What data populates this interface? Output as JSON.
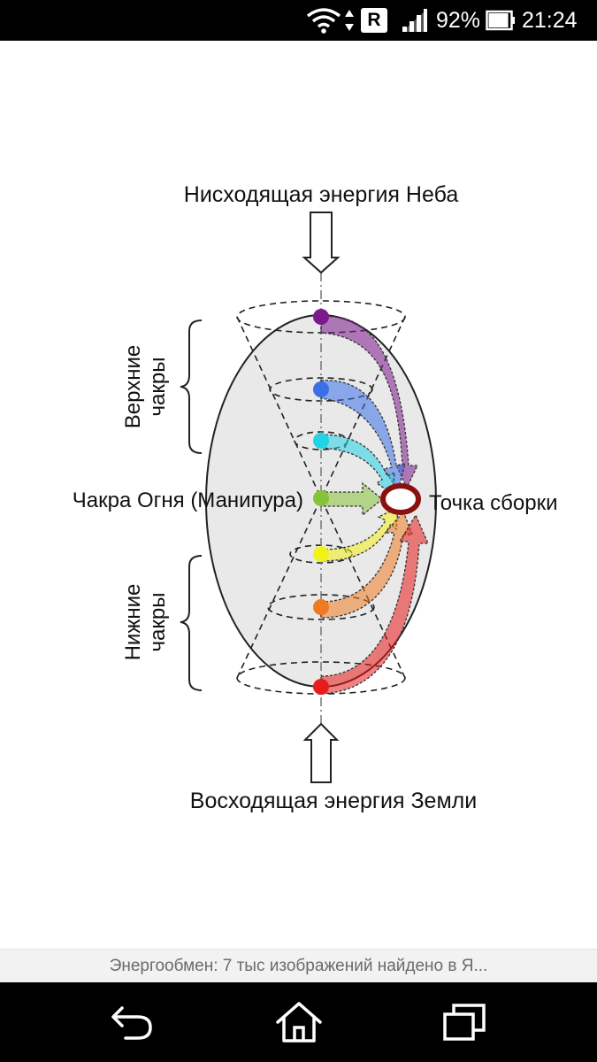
{
  "status_bar": {
    "icons": [
      "wifi-icon",
      "data-arrows-icon",
      "roaming-r-icon",
      "signal-icon",
      "battery-icon"
    ],
    "roaming_letter": "R",
    "battery_percent": "92%",
    "battery_level": 0.92,
    "time": "21:24"
  },
  "diagram": {
    "top_label": "Нисходящая энергия Неба",
    "bottom_label": "Восходящая энергия Земли",
    "upper_group": [
      "Верхние",
      "чакры"
    ],
    "lower_group": [
      "Нижние",
      "чакры"
    ],
    "fire_chakra_label": "Чакра Огня (Манипура)",
    "assembly_point_label": "Точка сборки",
    "chakra_colors": [
      "#7b1a8c",
      "#3b6fe8",
      "#22d3e3",
      "#86c23a",
      "#f2f21a",
      "#f07a22",
      "#e81c1c"
    ],
    "ellipse_fill": "#e9e9e9",
    "assembly_ring_color": "#8b1010"
  },
  "caption": {
    "text": "Энергообмен: 7 тыс изображений найдено в Я..."
  },
  "nav_bar": {
    "icons": [
      "back-icon",
      "home-icon",
      "recent-apps-icon"
    ]
  }
}
